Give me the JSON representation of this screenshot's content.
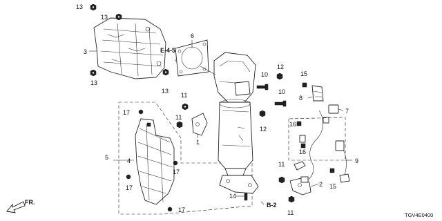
{
  "callouts": [
    "1",
    "2",
    "3",
    "4",
    "5",
    "6",
    "7",
    "8",
    "9",
    "10",
    "11",
    "12",
    "13",
    "14",
    "15",
    "16",
    "17"
  ],
  "refs": {
    "engine_ref": "E-4-5",
    "body_ref": "B-2"
  },
  "direction_label": "FR.",
  "diagram_code": "TGV4E0400"
}
